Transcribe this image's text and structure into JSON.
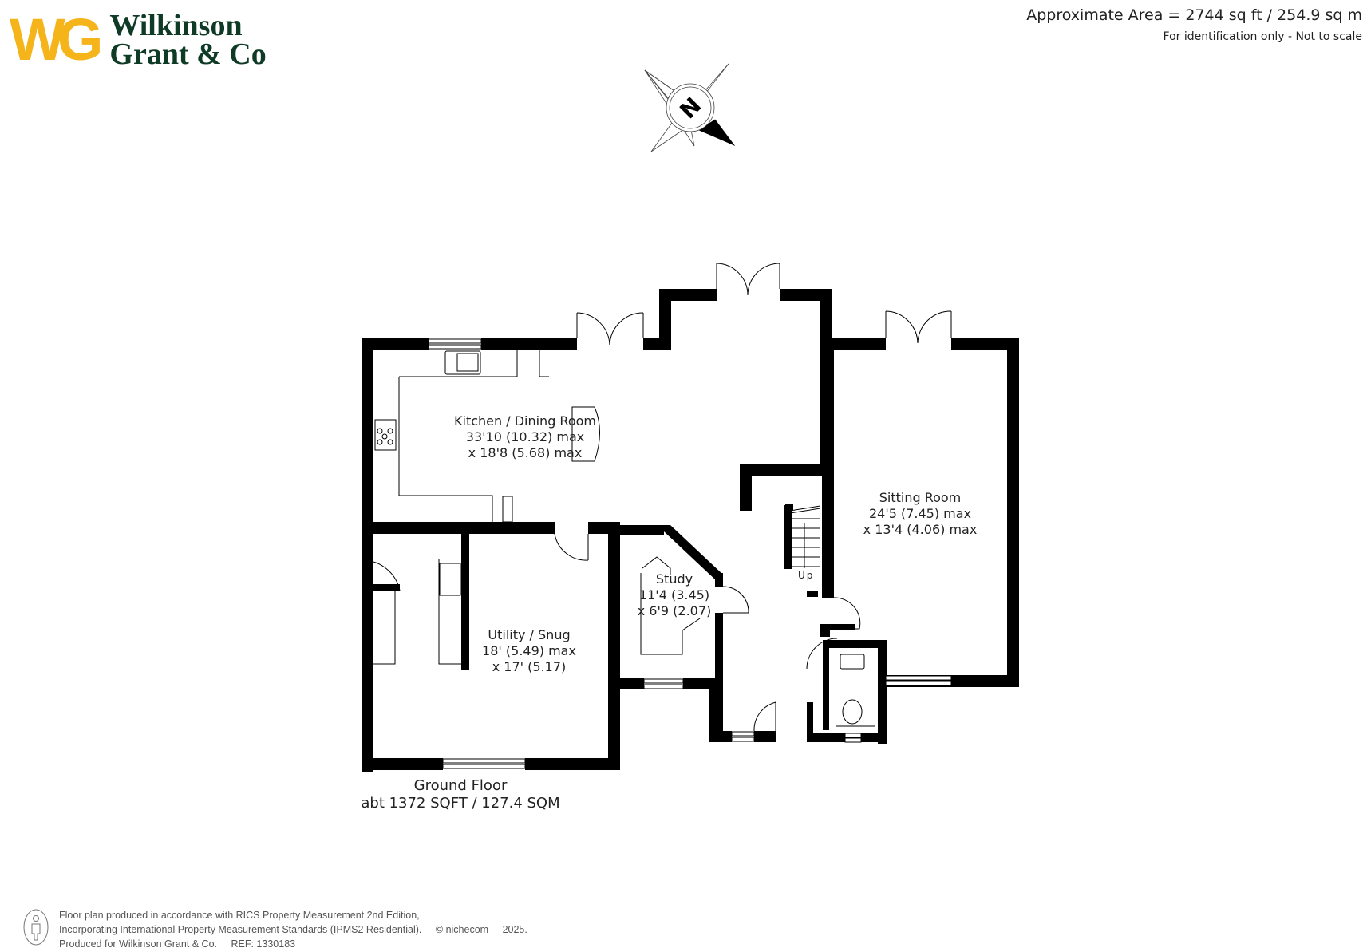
{
  "logo": {
    "mark": "WG",
    "line1": "Wilkinson",
    "line2": "Grant & Co",
    "colors": {
      "mark": "#f4b41a",
      "text": "#0f3b26"
    }
  },
  "header": {
    "area_total": "Approximate Area = 2744 sq ft / 254.9 sq m",
    "disclaimer": "For identification only - Not to scale"
  },
  "compass": {
    "label": "N",
    "icon": "compass-rose-icon"
  },
  "floor": {
    "name": "Ground Floor",
    "area": "abt 1372 SQFT / 127.4 SQM"
  },
  "rooms": [
    {
      "name": "Kitchen / Dining Room",
      "dim1": "33'10 (10.32) max",
      "dim2": "x 18'8 (5.68) max"
    },
    {
      "name": "Sitting Room",
      "dim1": "24'5 (7.45) max",
      "dim2": "x 13'4 (4.06) max"
    },
    {
      "name": "Study",
      "dim1": "11'4 (3.45)",
      "dim2": "x 6'9 (2.07)"
    },
    {
      "name": "Utility / Snug",
      "dim1": "18' (5.49) max",
      "dim2": "x 17' (5.17)"
    }
  ],
  "stairs": {
    "label": "Up"
  },
  "footer": {
    "line1": "Floor plan produced in accordance with RICS Property Measurement 2nd Edition,",
    "line2": "Incorporating International Property Measurement Standards (IPMS2 Residential).",
    "copyright": "© nichecom",
    "year": "2025.",
    "line3": "Produced for Wilkinson Grant & Co.",
    "ref": "REF: 1330183"
  }
}
